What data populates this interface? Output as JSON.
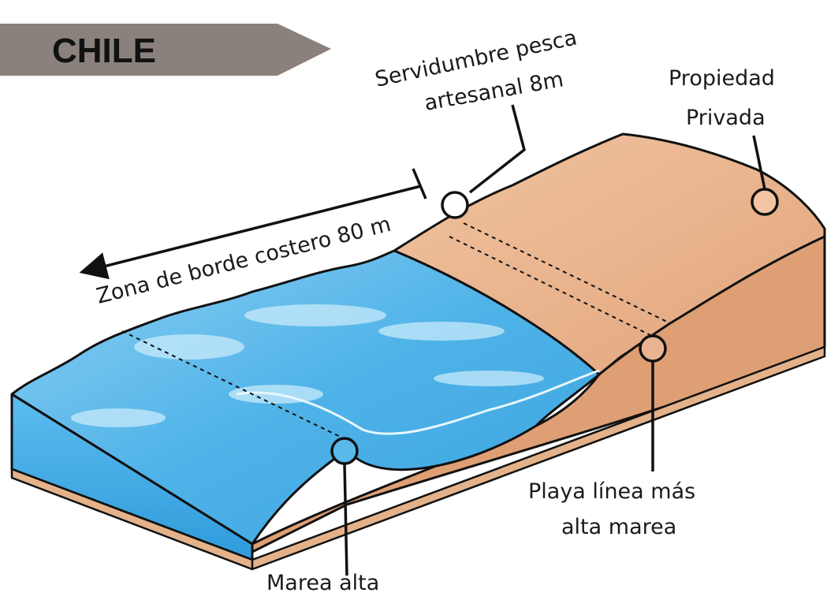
{
  "title": {
    "text": "CHILE",
    "banner_color": "#8a817c"
  },
  "labels": {
    "servidumbre_line1": "Servidumbre pesca",
    "servidumbre_line2": "artesanal 8m",
    "propiedad_line1": "Propiedad",
    "propiedad_line2": "Privada",
    "zona": "Zona de borde costero 80 m",
    "playa_line1": "Playa línea más",
    "playa_line2": "alta marea",
    "marea": "Marea alta"
  },
  "colors": {
    "water": "#4fb3e8",
    "water_light": "#a9dcf7",
    "water_side": "#3aa6e2",
    "land": "#e8ae86",
    "land_light": "#f1c8a8",
    "land_side": "#dc9c72",
    "outline": "#111111"
  },
  "icons": [
    "left-arrow-icon",
    "marker-circle-icon"
  ]
}
